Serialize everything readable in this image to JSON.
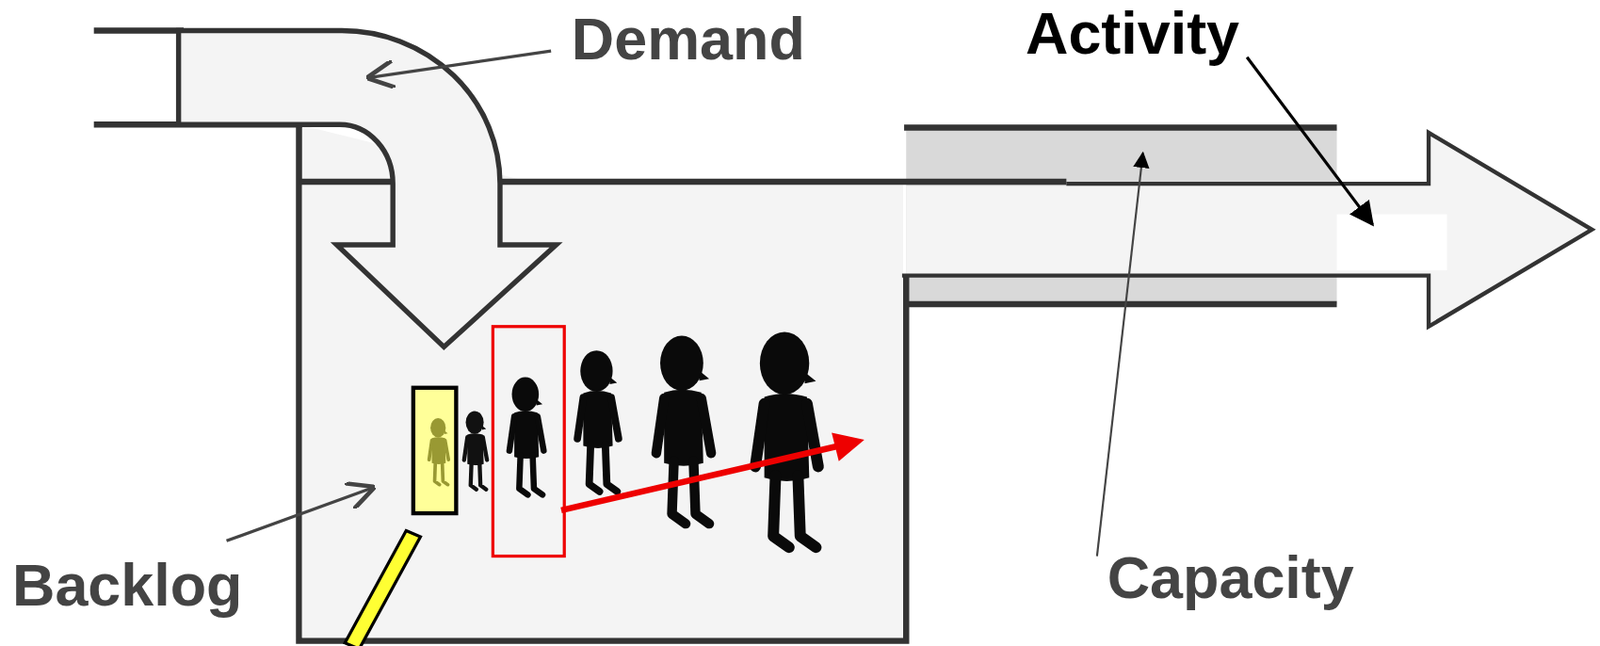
{
  "diagram": {
    "labels": [
      "Demand",
      "Activity",
      "Capacity",
      "Backlog"
    ]
  }
}
